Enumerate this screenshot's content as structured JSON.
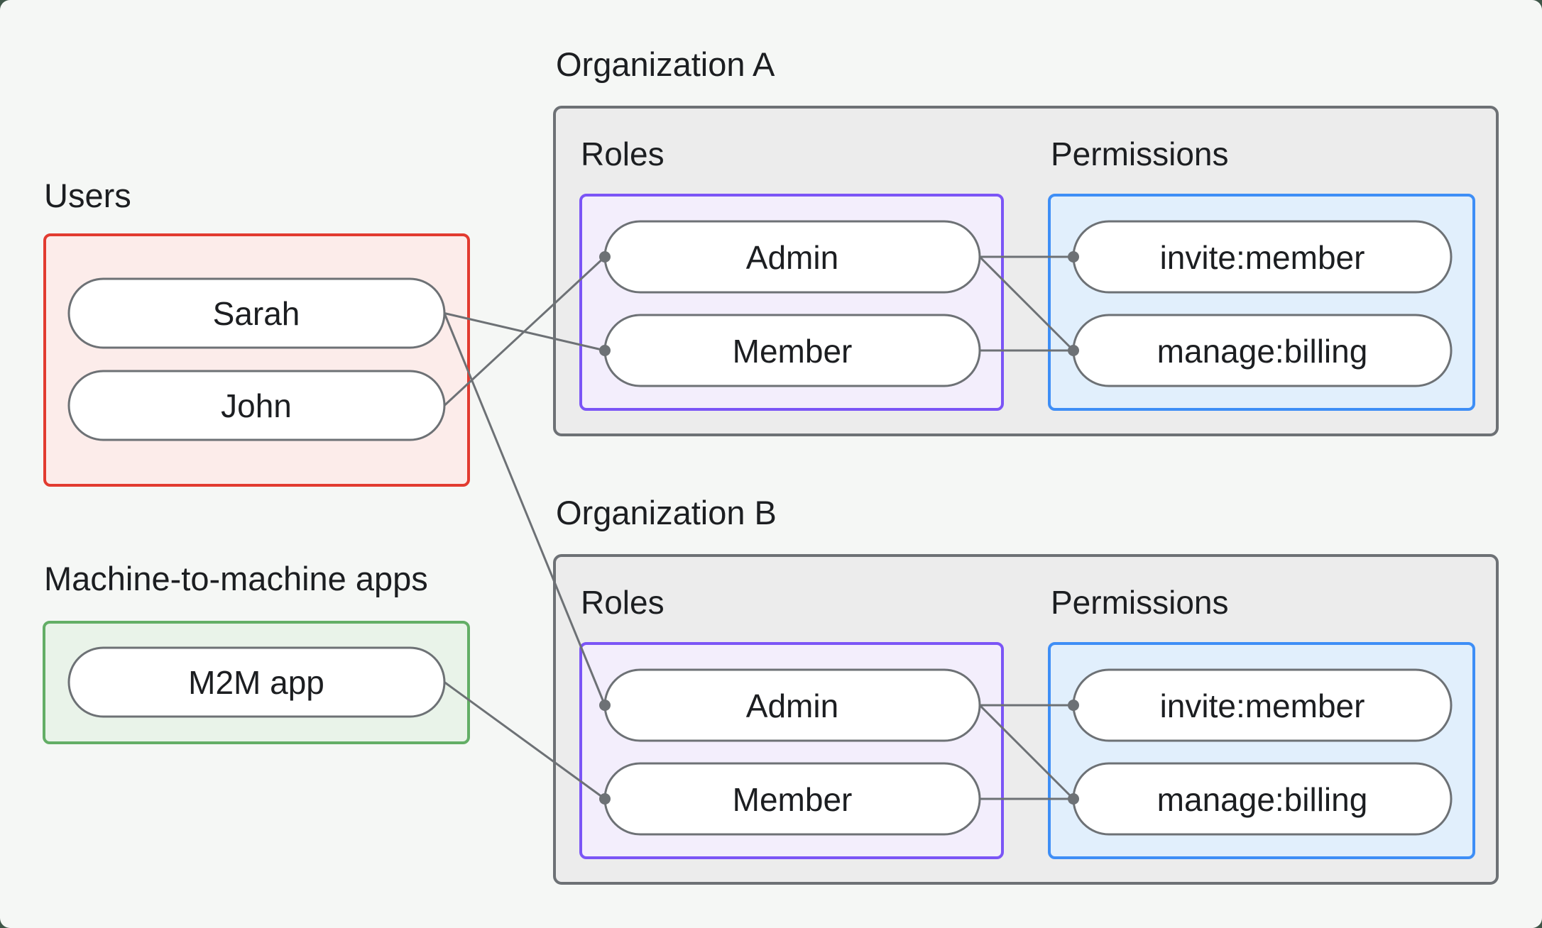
{
  "colors": {
    "page_outside": "#3e5648",
    "canvas_bg": "#f5f7f5",
    "text": "#1c1e21",
    "org_box_bg": "#ececec",
    "org_box_border": "#6d7175",
    "users_box_bg": "#fcecea",
    "users_box_border": "#e23b30",
    "m2m_box_bg": "#e9f3e9",
    "m2m_box_border": "#63ae66",
    "roles_box_bg": "#f3eefc",
    "roles_box_border": "#7b55f6",
    "permissions_box_bg": "#e1effc",
    "permissions_box_border": "#3e8ef6",
    "node_bg": "#ffffff",
    "node_border": "#6d7175",
    "connector": "#6d7175"
  },
  "groups": {
    "users": {
      "title": "Users",
      "nodes": [
        {
          "label": "Sarah"
        },
        {
          "label": "John"
        }
      ]
    },
    "m2m": {
      "title": "Machine-to-machine apps",
      "nodes": [
        {
          "label": "M2M app"
        }
      ]
    },
    "org_a": {
      "title": "Organization A",
      "roles_label": "Roles",
      "permissions_label": "Permissions",
      "roles": [
        "Admin",
        "Member"
      ],
      "permissions": [
        "invite:member",
        "manage:billing"
      ]
    },
    "org_b": {
      "title": "Organization B",
      "roles_label": "Roles",
      "permissions_label": "Permissions",
      "roles": [
        "Admin",
        "Member"
      ],
      "permissions": [
        "invite:member",
        "manage:billing"
      ]
    }
  },
  "connections": [
    {
      "from": "Sarah",
      "to": "Organization A / Member"
    },
    {
      "from": "John",
      "to": "Organization A / Admin"
    },
    {
      "from": "Sarah",
      "to": "Organization B / Admin"
    },
    {
      "from": "M2M app",
      "to": "Organization B / Member"
    },
    {
      "from": "Organization A / Admin",
      "to": "Organization A / invite:member"
    },
    {
      "from": "Organization A / Admin",
      "to": "Organization A / manage:billing"
    },
    {
      "from": "Organization A / Member",
      "to": "Organization A / manage:billing"
    },
    {
      "from": "Organization B / Admin",
      "to": "Organization B / invite:member"
    },
    {
      "from": "Organization B / Admin",
      "to": "Organization B / manage:billing"
    },
    {
      "from": "Organization B / Member",
      "to": "Organization B / manage:billing"
    }
  ]
}
